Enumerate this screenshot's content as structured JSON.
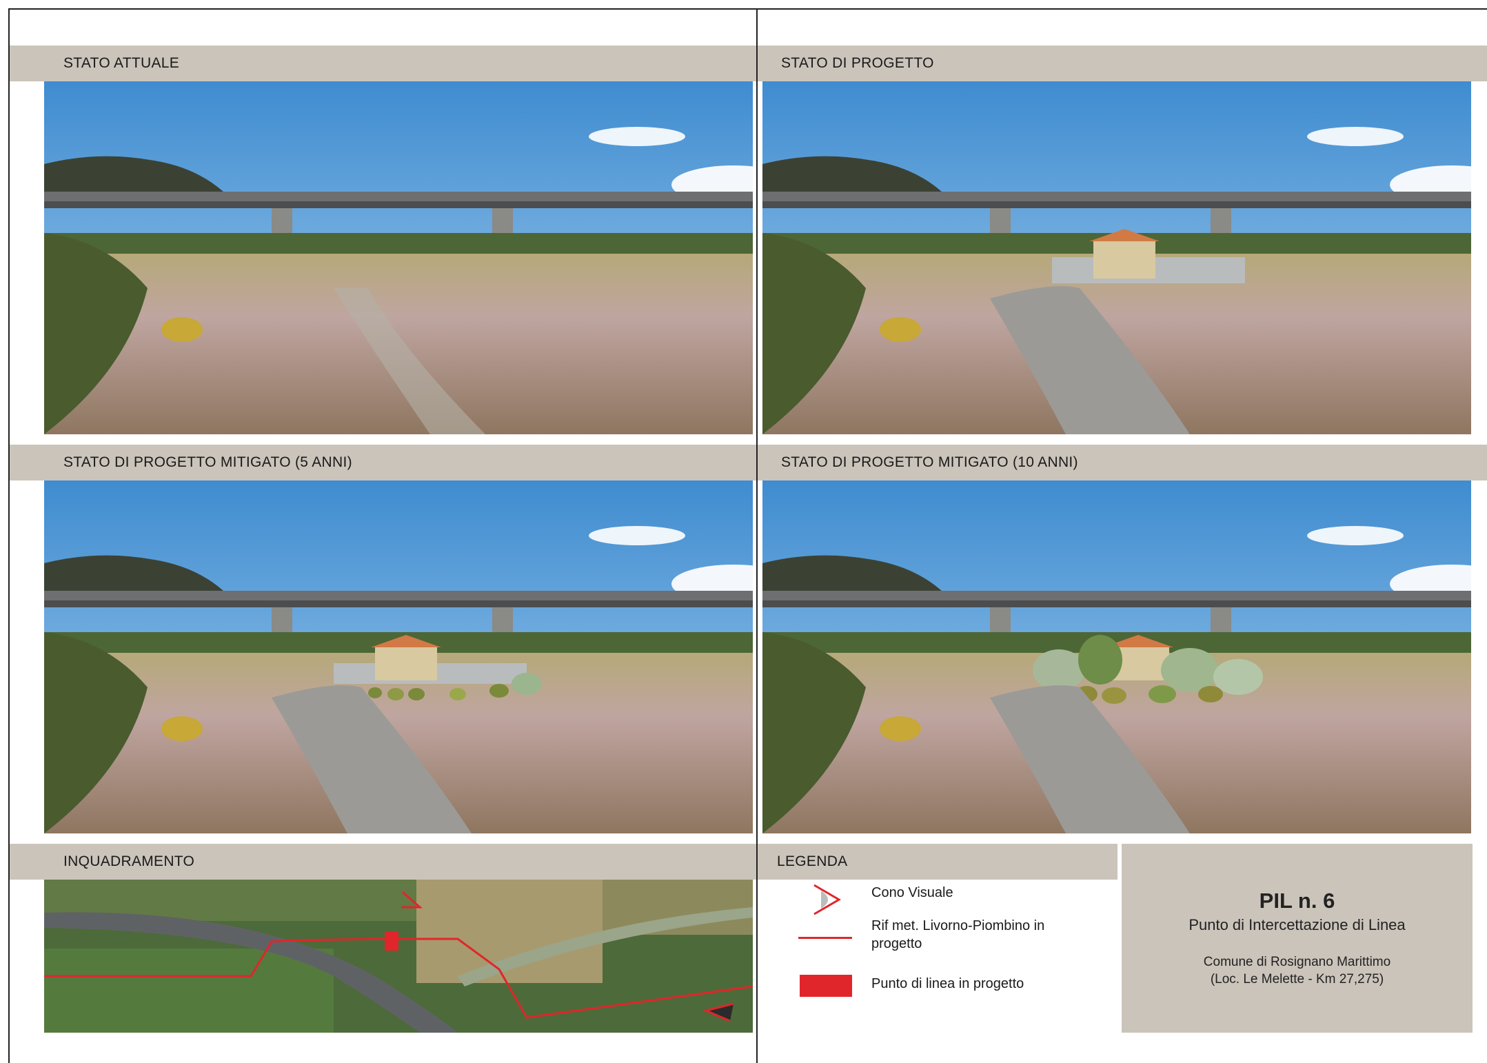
{
  "panels": {
    "top_left": "STATO ATTUALE",
    "top_right": "STATO DI PROGETTO",
    "mid_left": "STATO DI PROGETTO MITIGATO (5 ANNI)",
    "mid_right": "STATO DI PROGETTO MITIGATO (10 ANNI)",
    "bottom_left": "INQUADRAMENTO",
    "bottom_right": "LEGENDA"
  },
  "legend": {
    "items": [
      {
        "label": "Cono Visuale",
        "icon": "view-cone-icon"
      },
      {
        "label": "Rif met. Livorno-Piombino in progetto",
        "icon": "red-line-icon"
      },
      {
        "label": "Punto di linea in progetto",
        "icon": "red-rectangle-icon"
      }
    ]
  },
  "info": {
    "title": "PIL n. 6",
    "subtitle": "Punto di Intercettazione di Linea",
    "line1": "Comune di Rosignano Marittimo",
    "line2": "(Loc. Le Melette - Km 27,275)"
  },
  "colors": {
    "band": "#cbc4bb",
    "accent_red": "#e0262b"
  }
}
